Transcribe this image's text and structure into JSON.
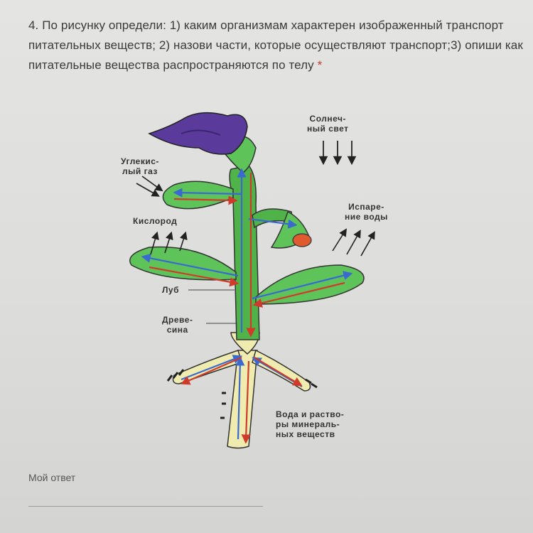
{
  "question": {
    "text": "4. По рисунку определи: 1) каким организмам характерен изображенный транспорт питательных веществ; 2) назови части, которые осуществляют транспорт;3) опиши как питательные вещества распространяются по телу",
    "required_mark": "*"
  },
  "figure": {
    "labels": {
      "sunlight_line1": "Солнеч-",
      "sunlight_line2": "ный свет",
      "co2_line1": "Углекис-",
      "co2_line2": "лый газ",
      "oxygen": "Кислород",
      "evaporation_line1": "Испаре-",
      "evaporation_line2": "ние воды",
      "phloem": "Луб",
      "xylem_line1": "Древе-",
      "xylem_line2": "сина",
      "water_line1": "Вода и раство-",
      "water_line2": "ры минераль-",
      "water_line3": "ных веществ"
    },
    "colors": {
      "stem": "#4fb34a",
      "leaf": "#5ec45a",
      "flower": "#5a3a9a",
      "root": "#f0ecb0",
      "xylem_arrow": "#3a6ad0",
      "phloem_arrow": "#d03a2a",
      "fruit": "#e05a30"
    }
  },
  "answer": {
    "label": "Мой ответ"
  }
}
